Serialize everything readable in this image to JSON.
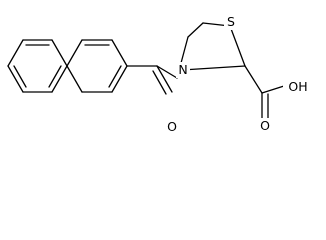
{
  "molecule": {
    "atoms": {
      "sulfur": "S",
      "nitrogen": "N",
      "ketone_oxygen": "O",
      "acid_hydroxyl": "OH",
      "acid_carbonyl_oxygen": "O"
    },
    "colors": {
      "bond": "#000000",
      "label": "#000000",
      "background": "#ffffff"
    }
  }
}
